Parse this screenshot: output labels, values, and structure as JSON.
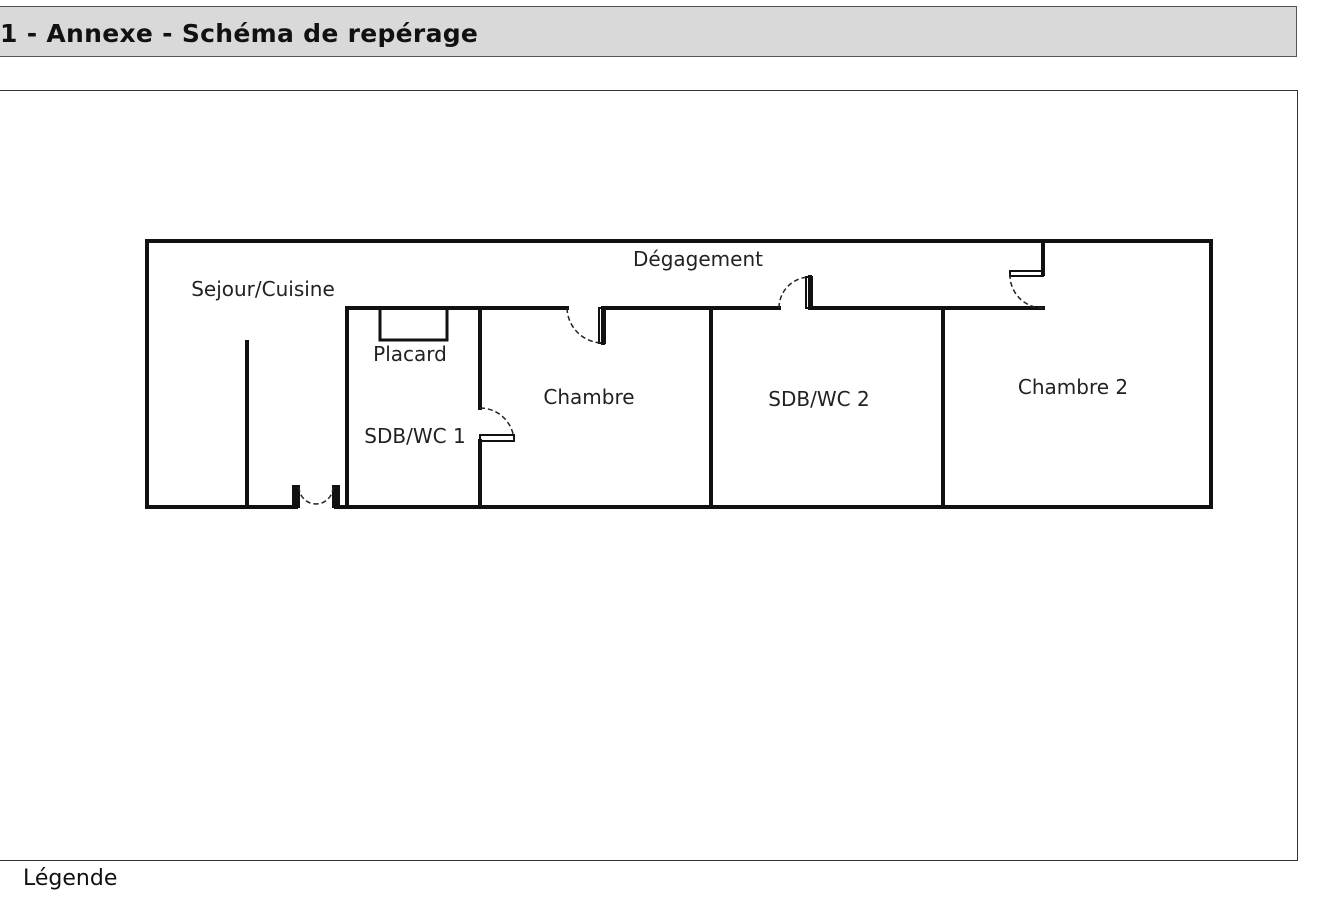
{
  "header": {
    "title": "1 - Annexe - Schéma de repérage"
  },
  "plan": {
    "rooms": {
      "sejour_cuisine": "Sejour/Cuisine",
      "degagement": "Dégagement",
      "placard": "Placard",
      "chambre": "Chambre",
      "sdb_wc_1": "SDB/WC 1",
      "sdb_wc_2": "SDB/WC 2",
      "chambre_2": "Chambre 2"
    }
  },
  "legend": {
    "label": "Légende"
  }
}
